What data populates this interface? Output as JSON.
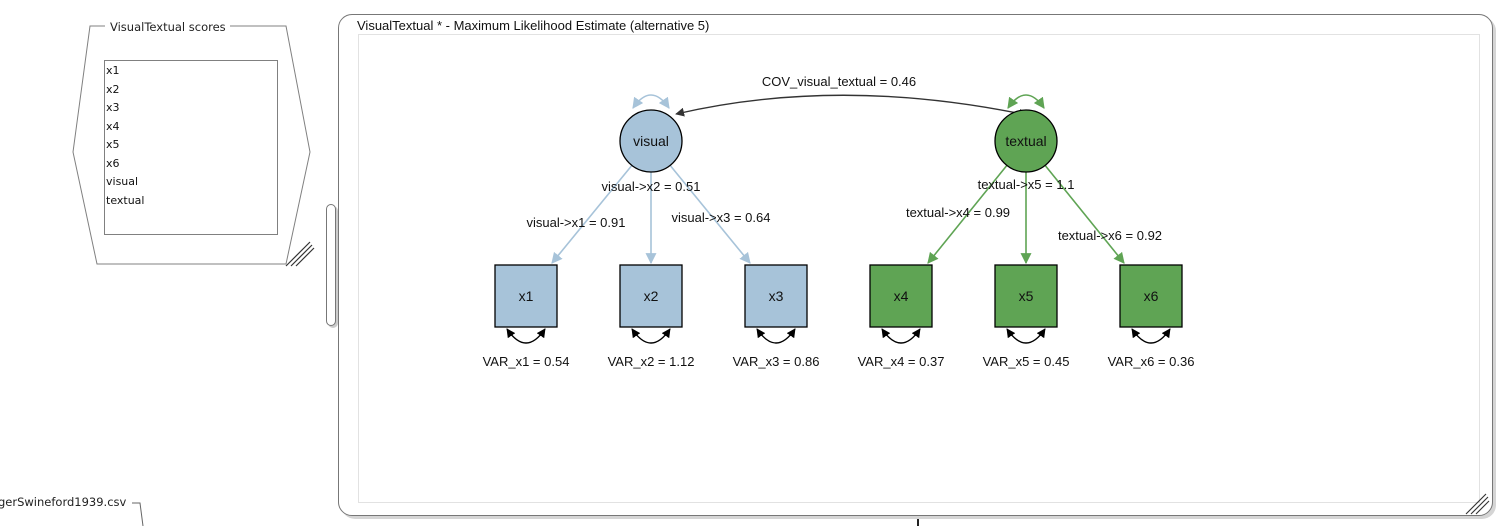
{
  "scores_panel": {
    "title": "VisualTextual scores",
    "items": [
      "x1",
      "x2",
      "x3",
      "x4",
      "x5",
      "x6",
      "visual",
      "textual"
    ]
  },
  "data_node": {
    "label": "gerSwineford1939.csv"
  },
  "model_window": {
    "title": "VisualTextual * - Maximum Likelihood Estimate (alternative 5)"
  },
  "colors": {
    "visual": "#a7c3d9",
    "textual": "#5fa454",
    "visual_path": "#a7c3d9",
    "textual_path": "#5fa454",
    "covariance": "#333333"
  },
  "diagram": {
    "latents": [
      {
        "id": "visual",
        "label": "visual",
        "group": "visual"
      },
      {
        "id": "textual",
        "label": "textual",
        "group": "textual"
      }
    ],
    "observed": [
      {
        "id": "x1",
        "label": "x1",
        "group": "visual",
        "variance_label": "VAR_x1 = 0.54",
        "variance": 0.54
      },
      {
        "id": "x2",
        "label": "x2",
        "group": "visual",
        "variance_label": "VAR_x2 = 1.12",
        "variance": 1.12
      },
      {
        "id": "x3",
        "label": "x3",
        "group": "visual",
        "variance_label": "VAR_x3 = 0.86",
        "variance": 0.86
      },
      {
        "id": "x4",
        "label": "x4",
        "group": "textual",
        "variance_label": "VAR_x4 = 0.37",
        "variance": 0.37
      },
      {
        "id": "x5",
        "label": "x5",
        "group": "textual",
        "variance_label": "VAR_x5 = 0.45",
        "variance": 0.45
      },
      {
        "id": "x6",
        "label": "x6",
        "group": "textual",
        "variance_label": "VAR_x6 = 0.36",
        "variance": 0.36
      }
    ],
    "loadings": [
      {
        "from": "visual",
        "to": "x1",
        "label": "visual->x1 = 0.91",
        "value": 0.91
      },
      {
        "from": "visual",
        "to": "x2",
        "label": "visual->x2 = 0.51",
        "value": 0.51
      },
      {
        "from": "visual",
        "to": "x3",
        "label": "visual->x3 = 0.64",
        "value": 0.64
      },
      {
        "from": "textual",
        "to": "x4",
        "label": "textual->x4 = 0.99",
        "value": 0.99
      },
      {
        "from": "textual",
        "to": "x5",
        "label": "textual->x5 = 1.1",
        "value": 1.1
      },
      {
        "from": "textual",
        "to": "x6",
        "label": "textual->x6 = 0.92",
        "value": 0.92
      }
    ],
    "covariance": {
      "from": "visual",
      "to": "textual",
      "label": "COV_visual_textual = 0.46",
      "value": 0.46
    }
  }
}
